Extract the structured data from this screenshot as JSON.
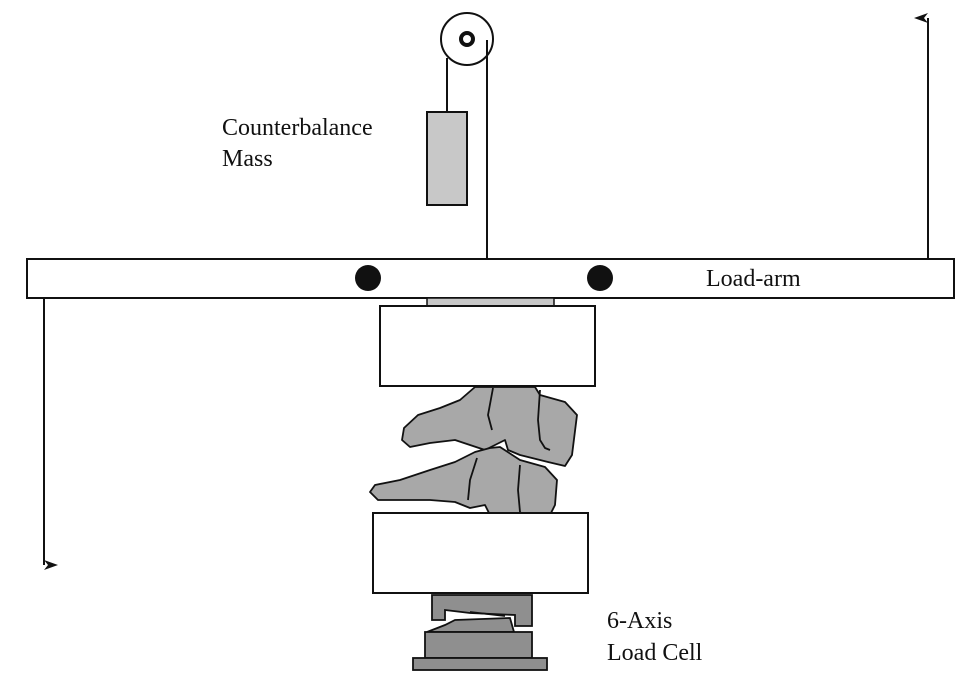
{
  "labels": {
    "counterbalance_line1": "Counterbalance",
    "counterbalance_line2": "Mass",
    "load_arm": "Load-arm",
    "load_cell_line1": "6-Axis",
    "load_cell_line2": "Load Cell"
  },
  "colors": {
    "stroke": "#111111",
    "mass_fill": "#c8c8c8",
    "vertebra_fill": "#a8a8a8",
    "load_cell_fill": "#8f8f8f"
  }
}
